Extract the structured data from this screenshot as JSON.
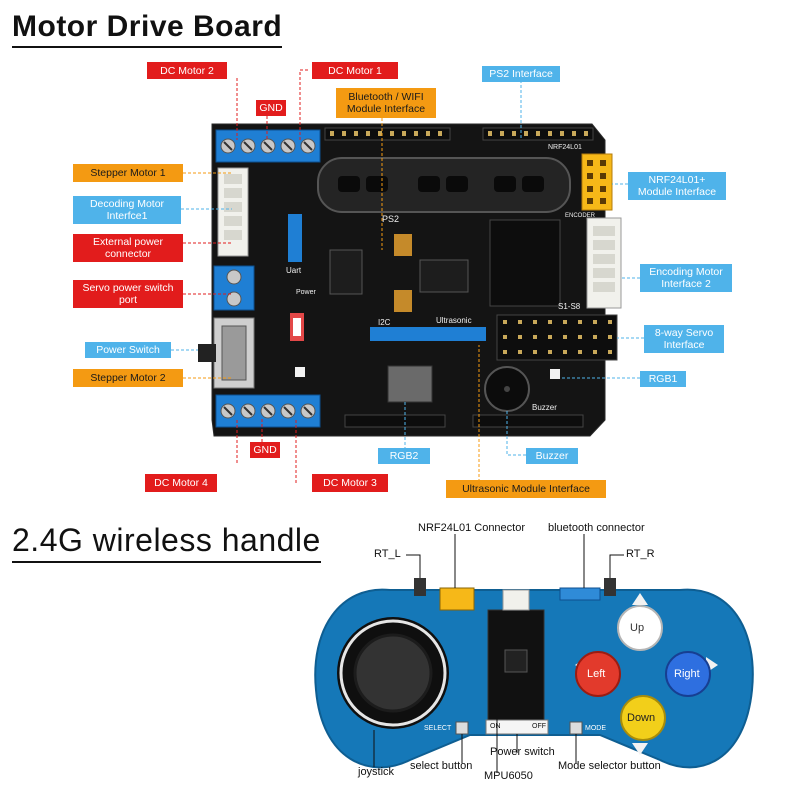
{
  "titles": {
    "board": "Motor Drive Board",
    "handle": "2.4G wireless handle"
  },
  "board_labels": {
    "dc_motor_2": "DC Motor 2",
    "dc_motor_1": "DC Motor 1",
    "gnd_top": "GND",
    "bt_wifi": "Bluetooth / WIFI Module Interface",
    "ps2": "PS2 Interface",
    "nrf_module": "NRF24L01+ Module Interface",
    "stepper_1": "Stepper Motor 1",
    "decoding_motor_1": "Decoding Motor Interfce1",
    "external_power": "External power connector",
    "servo_power": "Servo power switch port",
    "power_switch": "Power Switch",
    "stepper_2": "Stepper Motor 2",
    "encoding_motor_2": "Encoding Motor Interface 2",
    "servo_8way": "8-way Servo Interface",
    "rgb1": "RGB1",
    "rgb2": "RGB2",
    "buzzer": "Buzzer",
    "ultrasonic": "Ultrasonic Module Interface",
    "gnd_bottom": "GND",
    "dc_motor_4": "DC Motor 4",
    "dc_motor_3": "DC Motor 3"
  },
  "board_silkscreen": {
    "ps2": "PS2",
    "i2c": "I2C",
    "ultrasonic": "Ultrasonic",
    "uart": "Uart",
    "power": "Power",
    "buzzer": "Buzzer",
    "nrf": "NRF24L01",
    "s1s8": "S1-S8",
    "encoder": "ENCODER"
  },
  "handle_labels": {
    "nrf_connector": "NRF24L01 Connector",
    "bt_connector": "bluetooth connector",
    "rt_l": "RT_L",
    "rt_r": "RT_R",
    "joystick": "joystick",
    "select_button": "select button",
    "mpu6050": "MPU6050",
    "power_switch": "Power switch",
    "mode_button": "Mode selector button",
    "btn_up": "Up",
    "btn_left": "Left",
    "btn_right": "Right",
    "btn_down": "Down",
    "select_silk": "SELECT",
    "mode_silk": "MODE",
    "on_silk": "ON",
    "off_silk": "OFF"
  },
  "colors": {
    "label_red": "#e21c1c",
    "label_orange": "#f49a12",
    "label_blue": "#4fb3ea",
    "board_black": "#141414",
    "terminal_blue": "#1f7fd4",
    "handle_blue": "#1578b8",
    "btn_up": "#ffffff",
    "btn_left": "#e23a2c",
    "btn_right": "#2e6fe0",
    "btn_down": "#f2cf1a"
  }
}
